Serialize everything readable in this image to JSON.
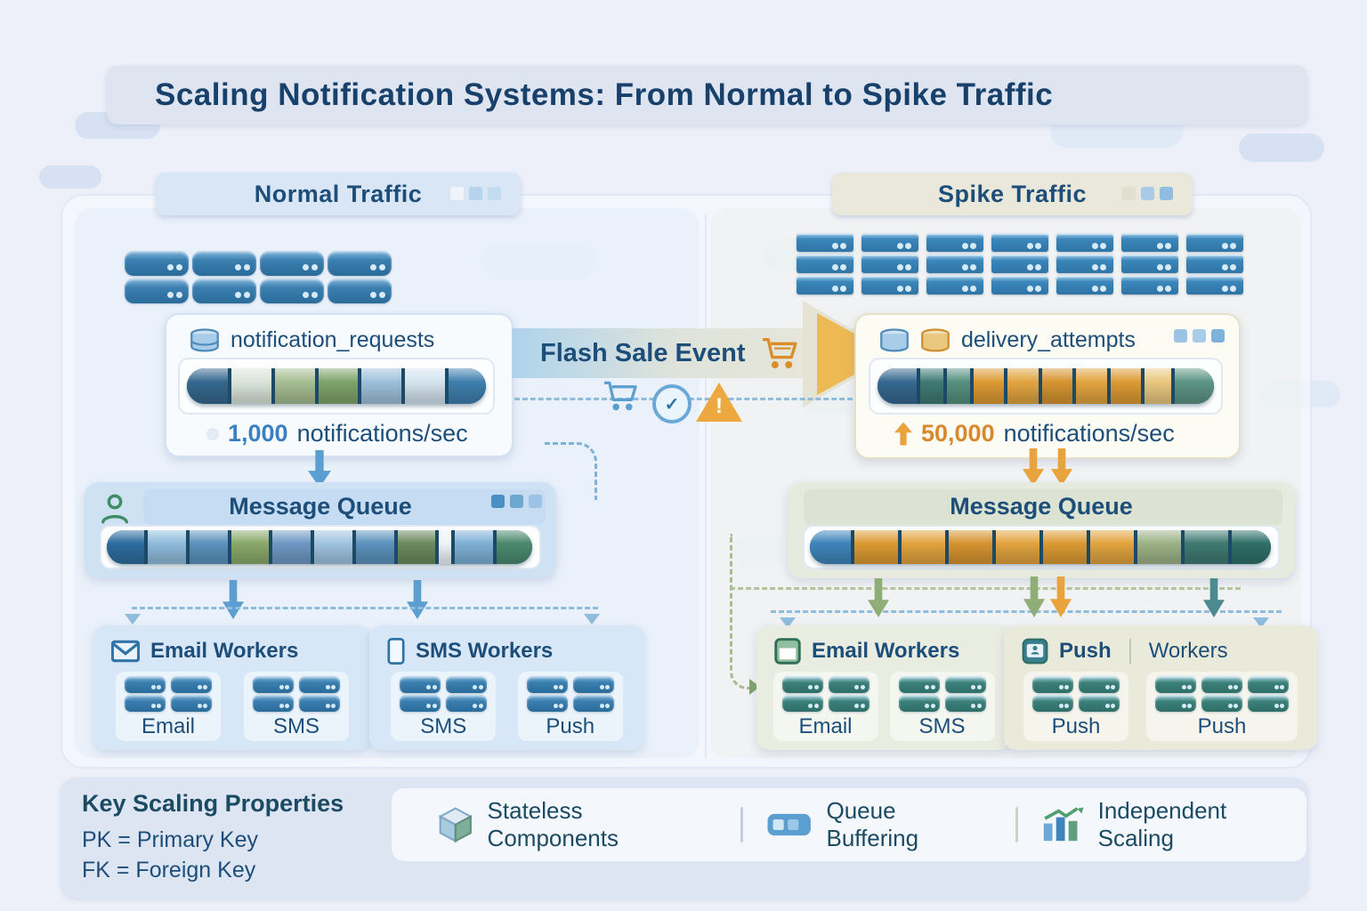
{
  "title": "Scaling Notification Systems: From Normal to Spike Traffic",
  "panels": {
    "normal": {
      "header": "Normal Traffic",
      "server_count": 4,
      "table": {
        "name": "notification_requests",
        "rate_value": "1,000",
        "rate_unit": "notifications/sec"
      },
      "queue_title": "Message Queue",
      "workers": [
        {
          "title": "Email Workers",
          "labels": [
            "Email",
            "SMS"
          ],
          "groups": [
            2,
            2
          ]
        },
        {
          "title": "SMS Workers",
          "labels": [
            "SMS",
            "Push"
          ],
          "groups": [
            2,
            2
          ]
        }
      ]
    },
    "spike": {
      "header": "Spike Traffic",
      "server_count": 7,
      "table": {
        "name": "delivery_attempts",
        "rate_value": "50,000",
        "rate_unit": "notifications/sec"
      },
      "queue_title": "Message Queue",
      "workers": [
        {
          "title": "Email Workers",
          "labels": [
            "Email",
            "SMS"
          ],
          "groups": [
            2,
            2
          ]
        },
        {
          "title_primary": "Push",
          "title_secondary": "Workers",
          "labels": [
            "Push",
            "Push"
          ],
          "groups": [
            2,
            3
          ]
        }
      ]
    }
  },
  "event": {
    "label": "Flash Sale Event"
  },
  "legend": {
    "title": "Key Scaling Properties",
    "pk": "PK = Primary Key",
    "fk": "FK = Foreign Key",
    "items": [
      "Stateless Components",
      "Queue Buffering",
      "Independent Scaling"
    ]
  },
  "colors": {
    "navy": "#1d4e79",
    "blue": "#3a7fc1",
    "orange": "#d9882b",
    "green": "#3f8d66",
    "teal": "#2f6f68",
    "panel_blue": "#d9e6f6",
    "panel_beige": "#e9e8da"
  }
}
